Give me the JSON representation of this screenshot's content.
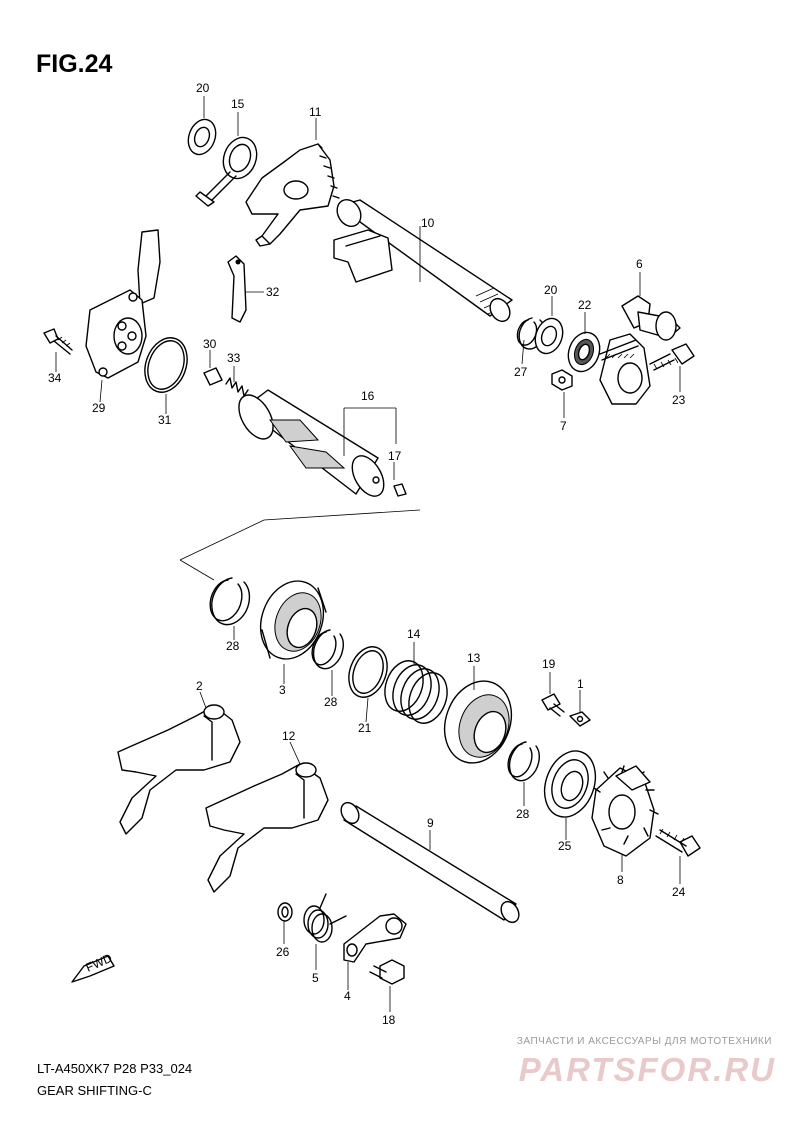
{
  "figure": {
    "title": "FIG.24",
    "model_code": "LT-A450XK7 P28 P33_024",
    "section_name": "GEAR SHIFTING-C",
    "fwd_label": "FWD"
  },
  "watermark": {
    "tagline": "ЗАПЧАСТИ И АКСЕССУАРЫ ДЛЯ МОТОТЕХНИКИ",
    "brand": "PARTSFOR.RU"
  },
  "callouts": [
    {
      "id": "c20a",
      "label": "20"
    },
    {
      "id": "c15",
      "label": "15"
    },
    {
      "id": "c11",
      "label": "11"
    },
    {
      "id": "c10",
      "label": "10"
    },
    {
      "id": "c6",
      "label": "6"
    },
    {
      "id": "c32",
      "label": "32"
    },
    {
      "id": "c20b",
      "label": "20"
    },
    {
      "id": "c22",
      "label": "22"
    },
    {
      "id": "c27",
      "label": "27"
    },
    {
      "id": "c23",
      "label": "23"
    },
    {
      "id": "c7",
      "label": "7"
    },
    {
      "id": "c34",
      "label": "34"
    },
    {
      "id": "c29",
      "label": "29"
    },
    {
      "id": "c30",
      "label": "30"
    },
    {
      "id": "c33",
      "label": "33"
    },
    {
      "id": "c31",
      "label": "31"
    },
    {
      "id": "c16",
      "label": "16"
    },
    {
      "id": "c17",
      "label": "17"
    },
    {
      "id": "c28a",
      "label": "28"
    },
    {
      "id": "c3",
      "label": "3"
    },
    {
      "id": "c14",
      "label": "14"
    },
    {
      "id": "c28b",
      "label": "28"
    },
    {
      "id": "c21",
      "label": "21"
    },
    {
      "id": "c13",
      "label": "13"
    },
    {
      "id": "c19",
      "label": "19"
    },
    {
      "id": "c1",
      "label": "1"
    },
    {
      "id": "c2",
      "label": "2"
    },
    {
      "id": "c12",
      "label": "12"
    },
    {
      "id": "c28c",
      "label": "28"
    },
    {
      "id": "c25",
      "label": "25"
    },
    {
      "id": "c9",
      "label": "9"
    },
    {
      "id": "c8",
      "label": "8"
    },
    {
      "id": "c24",
      "label": "24"
    },
    {
      "id": "c26",
      "label": "26"
    },
    {
      "id": "c5",
      "label": "5"
    },
    {
      "id": "c4",
      "label": "4"
    },
    {
      "id": "c18",
      "label": "18"
    }
  ]
}
